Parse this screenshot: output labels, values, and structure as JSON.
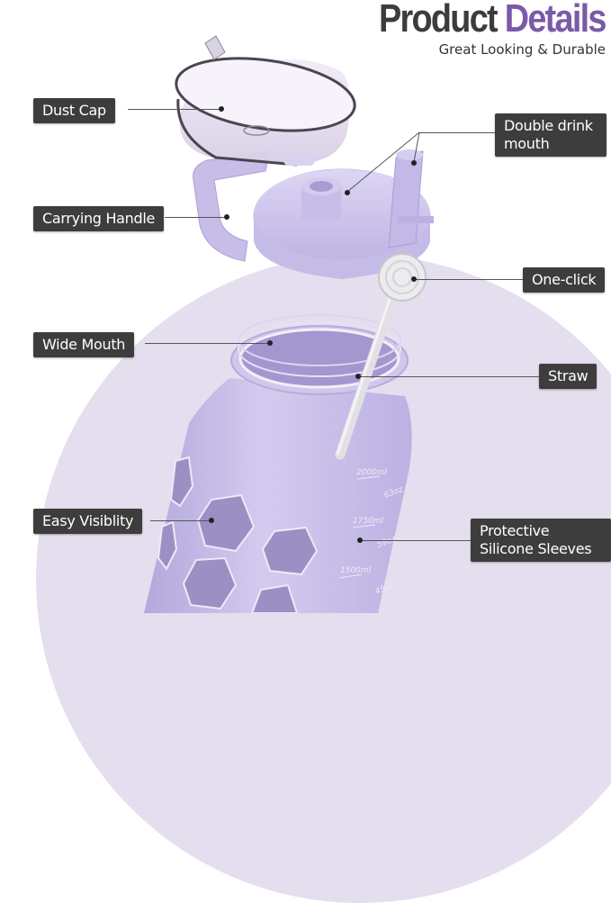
{
  "header": {
    "title_part1": "Product",
    "title_part2": "Details",
    "subtitle": "Great Looking & Durable"
  },
  "colors": {
    "title_dark": "#3c3c3c",
    "title_accent": "#7a5aa8",
    "label_bg": "#3d3d3d",
    "background_circle": "#e4deef",
    "bottle_lavender": "#c6bde6"
  },
  "callouts": [
    {
      "id": "dust-cap",
      "label": "Dust Cap"
    },
    {
      "id": "double-drink-mouth",
      "label": "Double drink mouth"
    },
    {
      "id": "carrying-handle",
      "label": "Carrying Handle"
    },
    {
      "id": "one-click",
      "label": "One-click"
    },
    {
      "id": "wide-mouth",
      "label": "Wide Mouth"
    },
    {
      "id": "straw",
      "label": "Straw"
    },
    {
      "id": "easy-visibility",
      "label": "Easy Visiblity"
    },
    {
      "id": "protective-silicone-sleeves",
      "label": "Protective Silicone Sleeves"
    }
  ],
  "bottle_markings": {
    "ml": [
      "2000ml",
      "1750ml",
      "1500ml"
    ],
    "oz": [
      "63oz",
      "59oz",
      "45oz"
    ]
  }
}
